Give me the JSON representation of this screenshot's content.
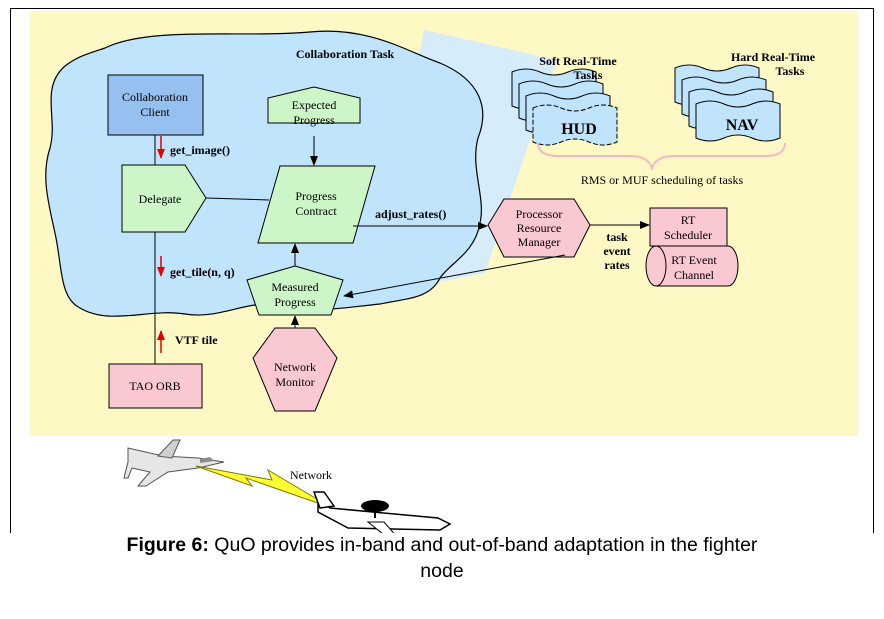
{
  "colors": {
    "background_panel": "#fdf8c4",
    "cloud": "#bfe4fb",
    "client_box": "#96c0f0",
    "green_node": "#ccf5c8",
    "pink_node": "#f9c8d0",
    "arrow_red": "#e60000",
    "network_bolt": "#ffff33"
  },
  "diagram": {
    "collaboration_task_title": "Collaboration Task",
    "soft_rt_tasks": [
      "Soft Real-Time",
      "Tasks"
    ],
    "hard_rt_tasks": [
      "Hard Real-Time",
      "Tasks"
    ],
    "hud_label": "HUD",
    "nav_label": "NAV",
    "scheduling_label": "RMS or MUF scheduling of tasks",
    "collab_client": [
      "Collaboration",
      "Client"
    ],
    "expected_progress": [
      "Expected",
      "Progress"
    ],
    "delegate": "Delegate",
    "progress_contract": [
      "Progress",
      "Contract"
    ],
    "measured_progress": [
      "Measured",
      "Progress"
    ],
    "network_monitor": [
      "Network",
      "Monitor"
    ],
    "tao_orb": "TAO ORB",
    "processor_rm": [
      "Processor",
      "Resource",
      "Manager"
    ],
    "rt_scheduler": [
      "RT",
      "Scheduler"
    ],
    "rt_event_channel": [
      "RT Event",
      "Channel"
    ],
    "get_image": "get_image()",
    "get_tile": "get_tile(n, q)",
    "vtf_tile": "VTF tile",
    "adjust_rates": "adjust_rates()",
    "task_event_rates": [
      "task",
      "event",
      "rates"
    ],
    "network_label": "Network"
  },
  "caption": {
    "figure_label": "Figure 6:",
    "text_line1": " QuO provides in-band and out-of-band adaptation in the fighter",
    "text_line2": "node"
  }
}
